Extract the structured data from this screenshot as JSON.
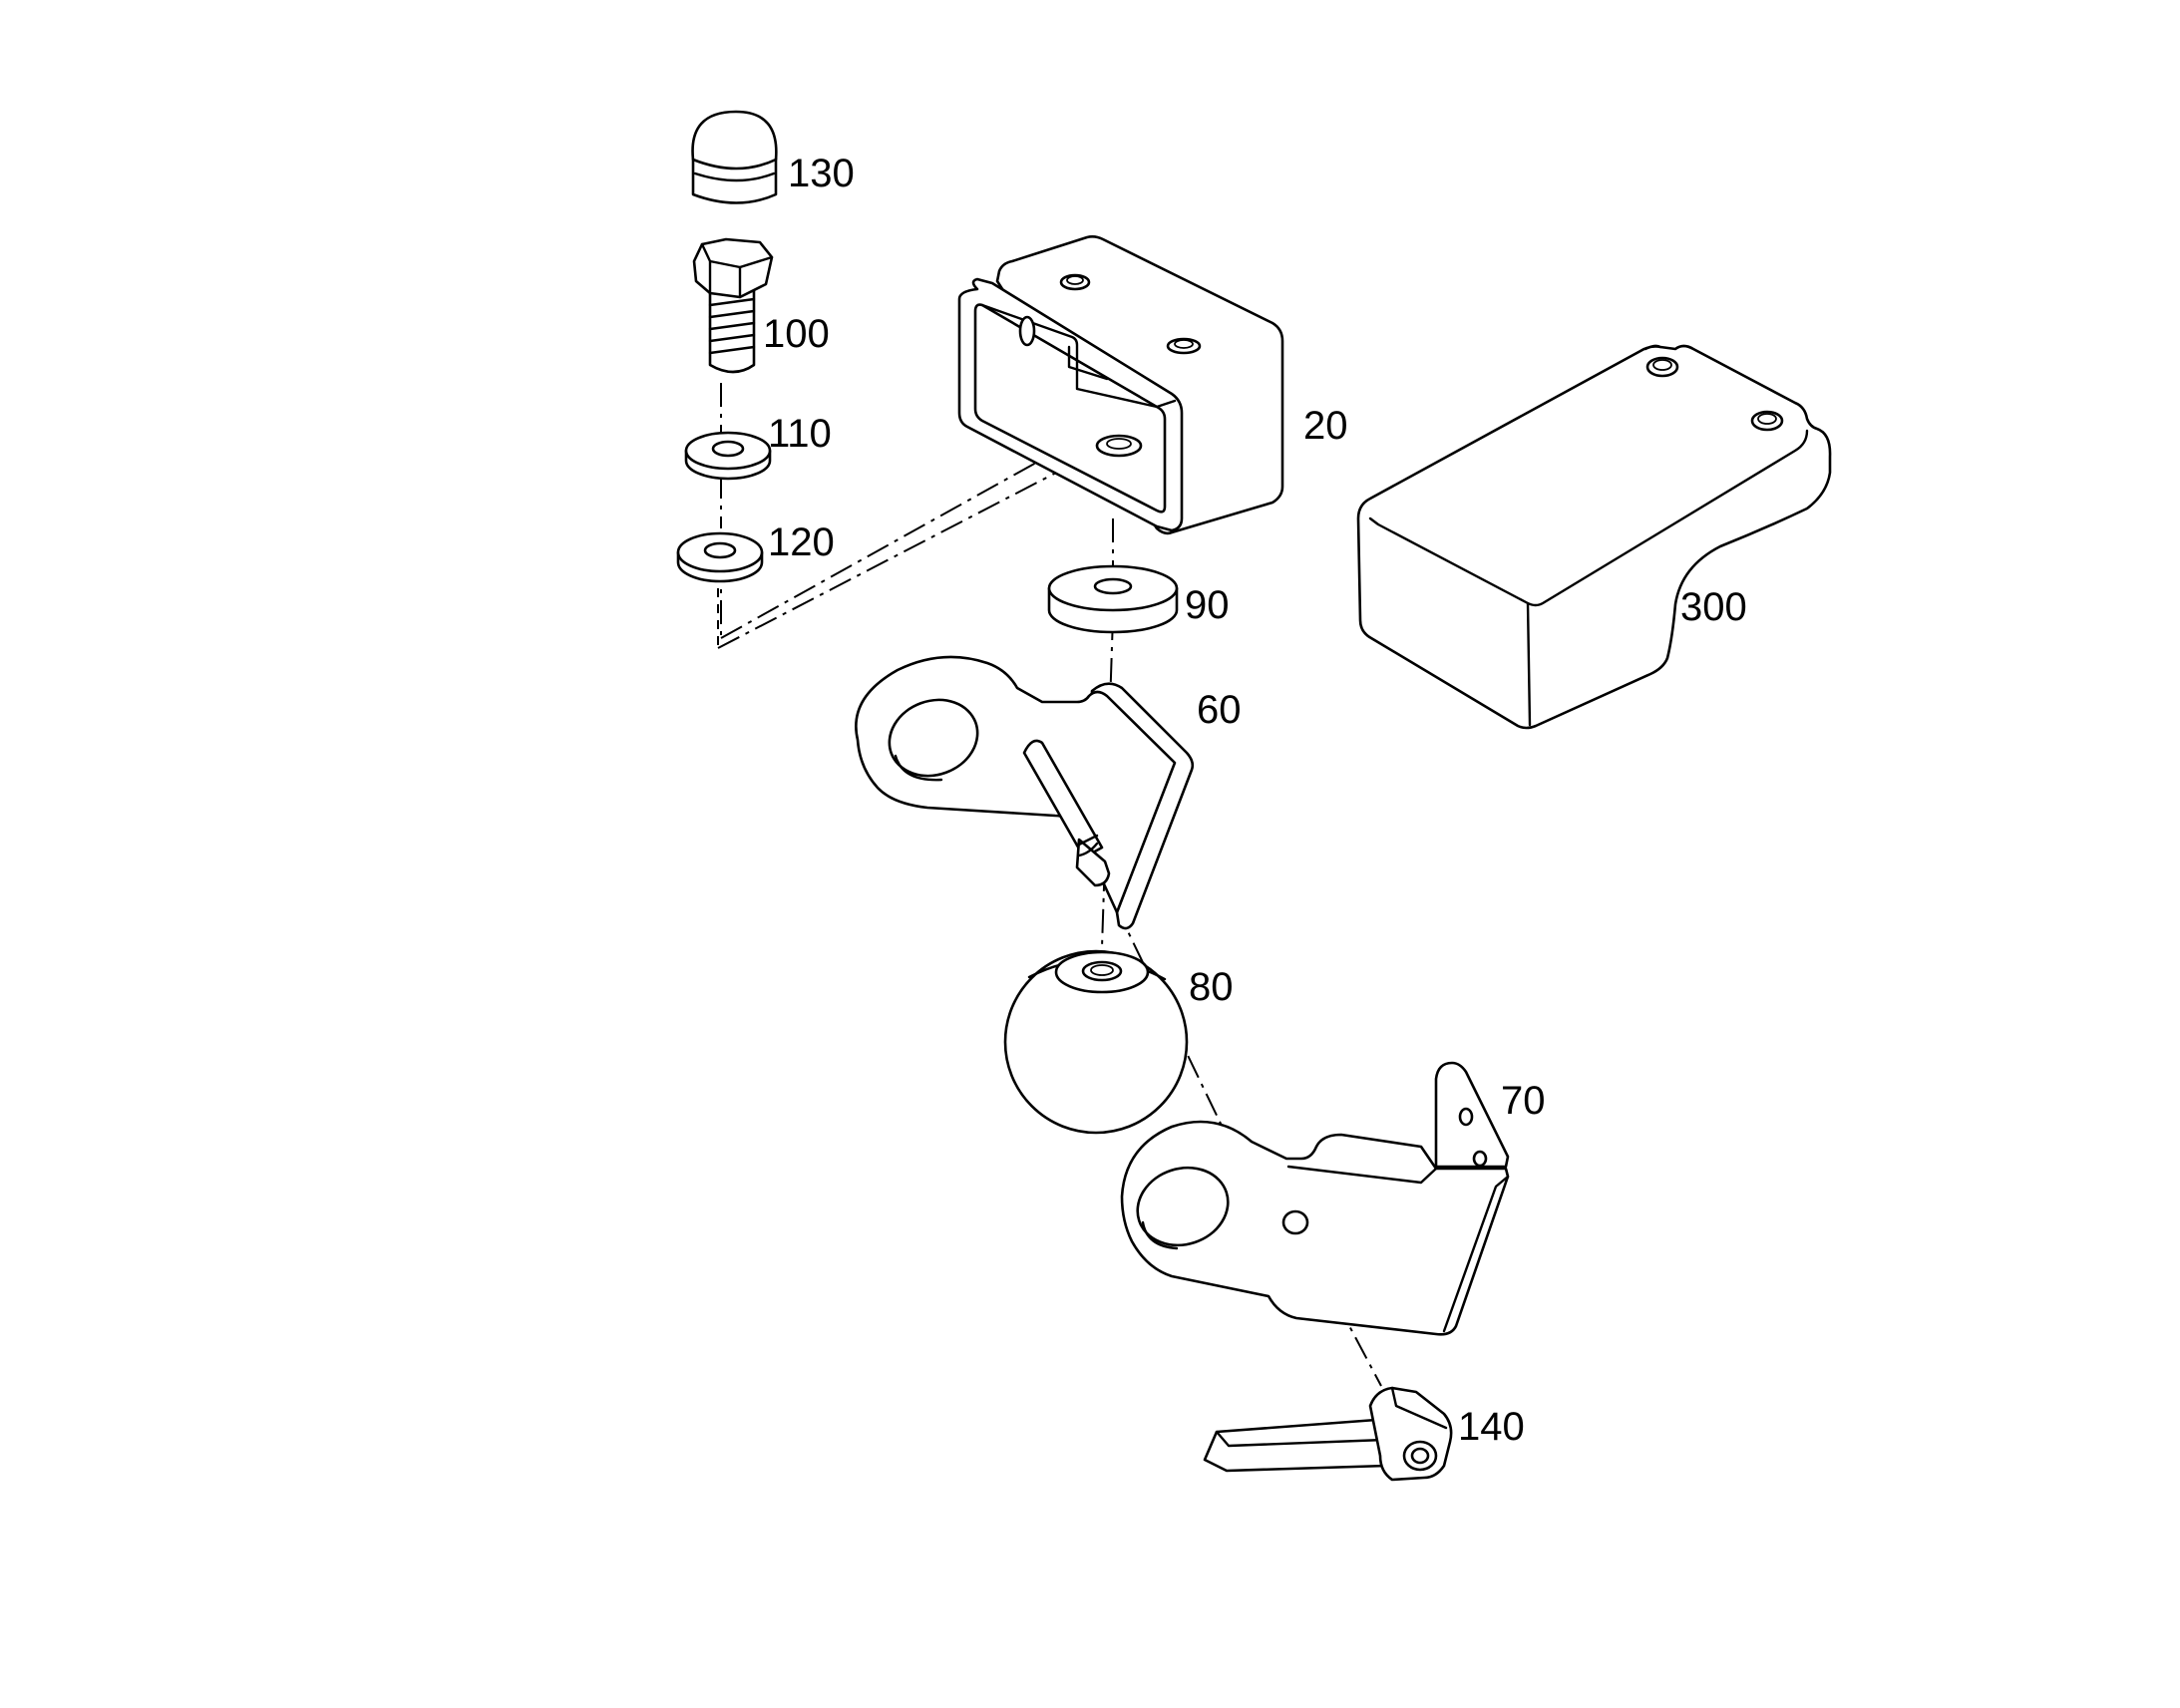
{
  "colors": {
    "background": "#ffffff",
    "ink": "#000000"
  },
  "callouts": {
    "p130": "130",
    "p100": "100",
    "p110": "110",
    "p120": "120",
    "p20": "20",
    "p90": "90",
    "p300": "300",
    "p60": "60",
    "p80": "80",
    "p70": "70",
    "p140": "140"
  },
  "parts": [
    {
      "number": "130",
      "icon": "cap-nut-icon"
    },
    {
      "number": "100",
      "icon": "hex-bolt-icon"
    },
    {
      "number": "110",
      "icon": "washer-icon"
    },
    {
      "number": "120",
      "icon": "washer-icon"
    },
    {
      "number": "20",
      "icon": "rectangular-tube-bracket-icon"
    },
    {
      "number": "90",
      "icon": "spacer-washer-icon"
    },
    {
      "number": "300",
      "icon": "cover-block-icon"
    },
    {
      "number": "60",
      "icon": "bracket-with-pin-icon"
    },
    {
      "number": "80",
      "icon": "ball-icon"
    },
    {
      "number": "70",
      "icon": "mounting-bracket-icon"
    },
    {
      "number": "140",
      "icon": "clamping-lever-icon"
    }
  ]
}
